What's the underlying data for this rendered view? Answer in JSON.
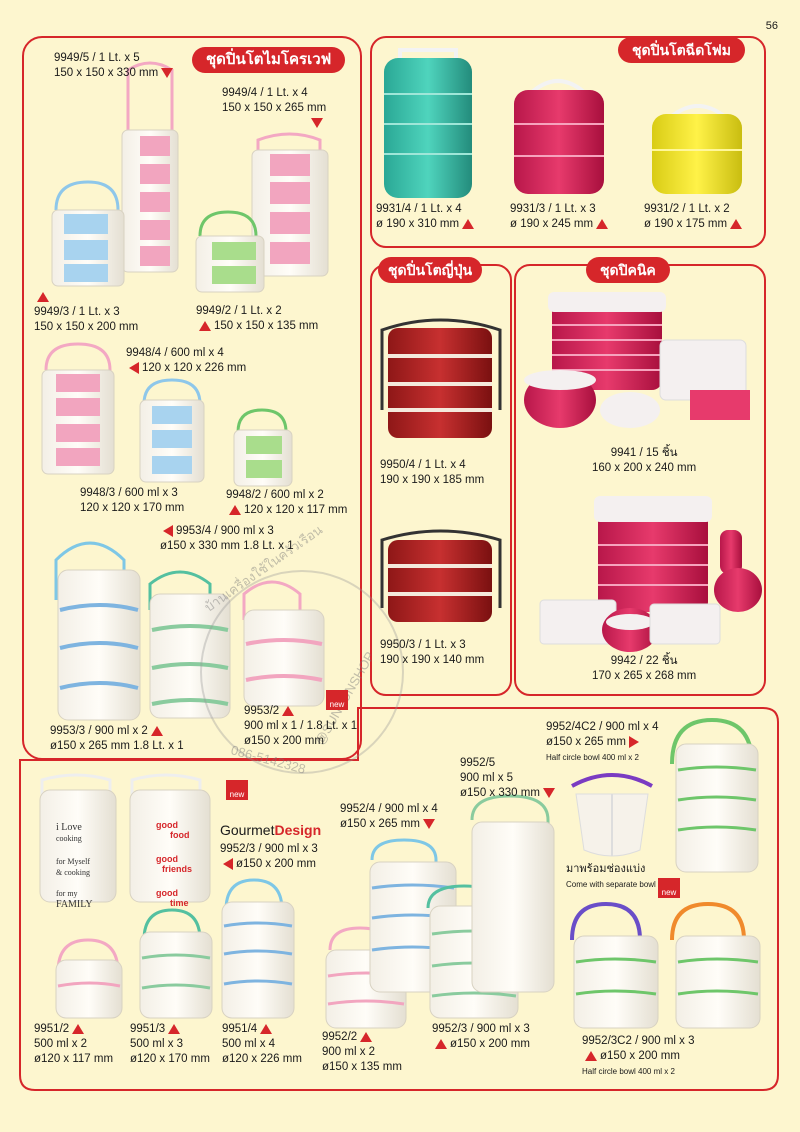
{
  "page_number": "56",
  "sections": {
    "microwave": "ชุดปิ่นโตไมโครเวฟ",
    "foam": "ชุดปิ่นโตฉีดโฟม",
    "japan": "ชุดปิ่นโตญี่ปุ่น",
    "picnic": "ชุดปิคนิค"
  },
  "products": {
    "p9949_5": {
      "code": "9949/5 / 1 Lt. x 5",
      "size": "150 x 150 x 330 mm"
    },
    "p9949_4": {
      "code": "9949/4 / 1 Lt. x 4",
      "size": "150 x 150 x 265 mm"
    },
    "p9949_3": {
      "code": "9949/3 / 1 Lt. x 3",
      "size": "150 x 150 x 200 mm"
    },
    "p9949_2": {
      "code": "9949/2 / 1 Lt. x 2",
      "size": "150 x 150 x 135 mm"
    },
    "p9948_4": {
      "code": "9948/4 / 600 ml x 4",
      "size": "120 x 120 x 226 mm"
    },
    "p9948_3": {
      "code": "9948/3 / 600 ml x 3",
      "size": "120 x 120 x 170 mm"
    },
    "p9948_2": {
      "code": "9948/2 / 600 ml x 2",
      "size": "120 x 120 x 117 mm"
    },
    "p9953_4": {
      "code": "9953/4 / 900 ml x 3",
      "size": "ø150 x 330 mm 1.8 Lt. x 1"
    },
    "p9953_3": {
      "code": "9953/3 / 900 ml x 2",
      "size": "ø150 x 265 mm 1.8 Lt. x 1"
    },
    "p9953_2": {
      "code": "9953/2",
      "line2": "900 ml x 1 / 1.8 Lt. x 1",
      "size": "ø150 x 200 mm"
    },
    "p9931_4": {
      "code": "9931/4 / 1 Lt. x 4",
      "size": "ø 190 x 310 mm"
    },
    "p9931_3": {
      "code": "9931/3 / 1 Lt. x 3",
      "size": "ø 190 x 245 mm"
    },
    "p9931_2": {
      "code": "9931/2 / 1 Lt. x 2",
      "size": "ø 190 x 175 mm"
    },
    "p9950_4": {
      "code": "9950/4 / 1 Lt. x 4",
      "size": "190 x 190 x 185 mm"
    },
    "p9950_3": {
      "code": "9950/3 / 1 Lt. x 3",
      "size": "190 x 190 x 140 mm"
    },
    "p9941": {
      "code": "9941 / 15 ชิ้น",
      "size": "160 x 200 x 240 mm"
    },
    "p9942": {
      "code": "9942 / 22 ชิ้น",
      "size": "170 x 265 x 268 mm"
    },
    "p9952_4C2": {
      "code": "9952/4C2 / 900 ml x 4",
      "size": "ø150 x 265 mm",
      "note": "Half circle bowl 400 ml x 2"
    },
    "p9952_3C2": {
      "code": "9952/3C2 / 900 ml x 3",
      "size": "ø150 x 200 mm",
      "note": "Half circle bowl 400 ml x 2"
    },
    "p9952_5": {
      "code": "9952/5",
      "line2": "900 ml x 5",
      "size": "ø150 x 330 mm"
    },
    "p9952_4": {
      "code": "9952/4 / 900 ml x 4",
      "size": "ø150 x 265 mm"
    },
    "p9952_3g": {
      "code": "9952/3 / 900 ml x 3",
      "size": "ø150 x 200 mm"
    },
    "p9952_3": {
      "code": "9952/3 / 900 ml x 3",
      "size": "ø150 x 200 mm"
    },
    "p9952_2": {
      "code": "9952/2",
      "line2": "900 ml x 2",
      "size": "ø150 x 135 mm"
    },
    "p9951_2": {
      "code": "9951/2",
      "line2": "500 ml x 2",
      "size": "ø120 x 117 mm"
    },
    "p9951_3": {
      "code": "9951/3",
      "line2": "500 ml x 3",
      "size": "ø120 x 170 mm"
    },
    "p9951_4": {
      "code": "9951/4",
      "line2": "500 ml x 4",
      "size": "ø120 x 226 mm"
    }
  },
  "gourmet": {
    "word1": "Gourmet",
    "word2": "Design"
  },
  "separate_bowl": {
    "thai": "มาพร้อมช่องแบ่ง",
    "en": "Come with separate bowl"
  },
  "new_badge": "new",
  "watermark": {
    "line1": "บ้านเครื่องใช้ในครัวเรือน",
    "line2": "@SUNSUNSHOP",
    "phone": "086-5142328"
  },
  "bowl_text": {
    "love": "i Love",
    "cooking": "cooking",
    "myself": "for Myself",
    "cooking2": "& cooking",
    "formy": "for my",
    "family": "FAMILY",
    "good1": "good",
    "food": "food",
    "good2": "good",
    "friends": "friends",
    "good3": "good",
    "time": "time"
  },
  "colors": {
    "accent": "#d6262a",
    "background": "#fdf6cf"
  }
}
